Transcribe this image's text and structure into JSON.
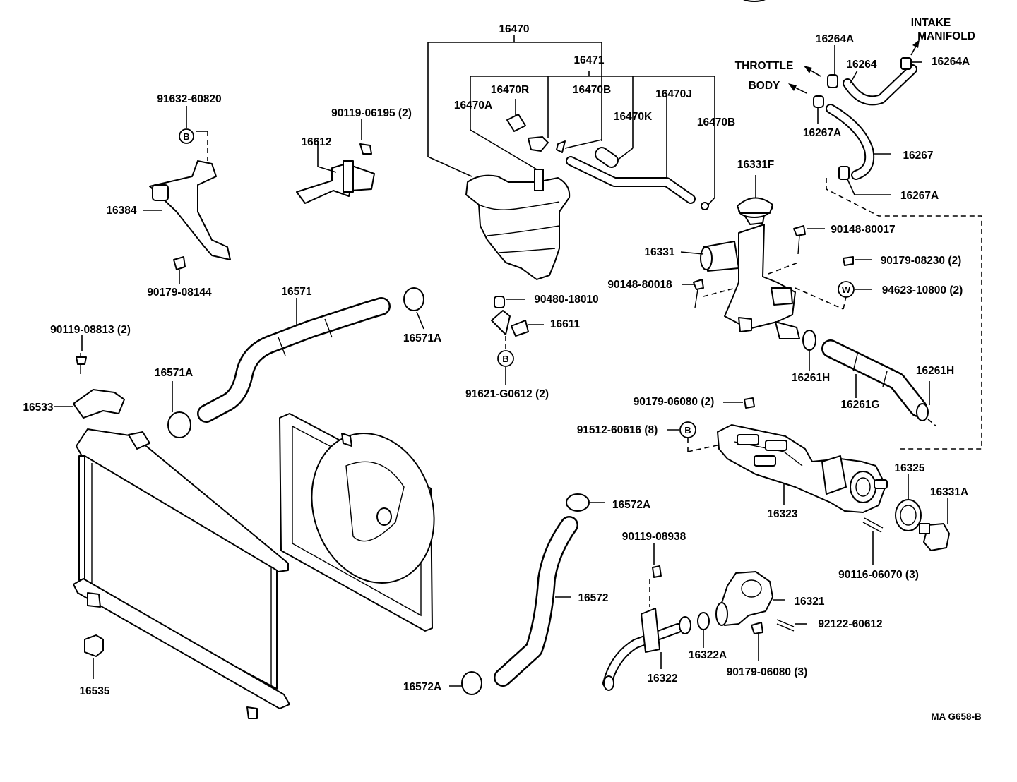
{
  "drawing_code": "MA  G658-B",
  "labels": {
    "p16470": "16470",
    "p16471": "16471",
    "p16470R": "16470R",
    "p16470B_1": "16470B",
    "p16470J": "16470J",
    "p16470A": "16470A",
    "p16470K": "16470K",
    "p16470B_2": "16470B",
    "p16264A_1": "16264A",
    "p16264": "16264",
    "p16264A_2": "16264A",
    "intake_1": "INTAKE",
    "intake_2": "MANIFOLD",
    "throttle_1": "THROTTLE",
    "throttle_2": "BODY",
    "p16267A_1": "16267A",
    "p16267": "16267",
    "p16267A_2": "16267A",
    "p91632": "91632-60820",
    "p16384": "16384",
    "p90179_08144": "90179-08144",
    "p90119_06195": "90119-06195 (2)",
    "p16612": "16612",
    "p16331F": "16331F",
    "p90148_80017": "90148-80017",
    "p16331": "16331",
    "p90179_08230": "90179-08230 (2)",
    "p90148_80018": "90148-80018",
    "p94623": "94623-10800 (2)",
    "p16571": "16571",
    "p90480": "90480-18010",
    "p16611": "16611",
    "p16571A_1": "16571A",
    "p90119_08813": "90119-08813 (2)",
    "p16571A_2": "16571A",
    "p16533": "16533",
    "p91621": "91621-G0612 (2)",
    "p16261H_1": "16261H",
    "p16261H_2": "16261H",
    "p16261G": "16261G",
    "p90179_06080_2": "90179-06080 (2)",
    "p91512": "91512-60616 (8)",
    "p16325": "16325",
    "p16331A": "16331A",
    "p16323": "16323",
    "p16572A_1": "16572A",
    "p90116": "90116-06070 (3)",
    "p90119_08938": "90119-08938",
    "p16572": "16572",
    "p16321": "16321",
    "p92122": "92122-60612",
    "p16322A": "16322A",
    "p16322": "16322",
    "p90179_06080_3": "90179-06080 (3)",
    "p16535": "16535",
    "p16572A_2": "16572A"
  },
  "symbols": {
    "bolt_mark": "B",
    "washer_mark": "W"
  }
}
